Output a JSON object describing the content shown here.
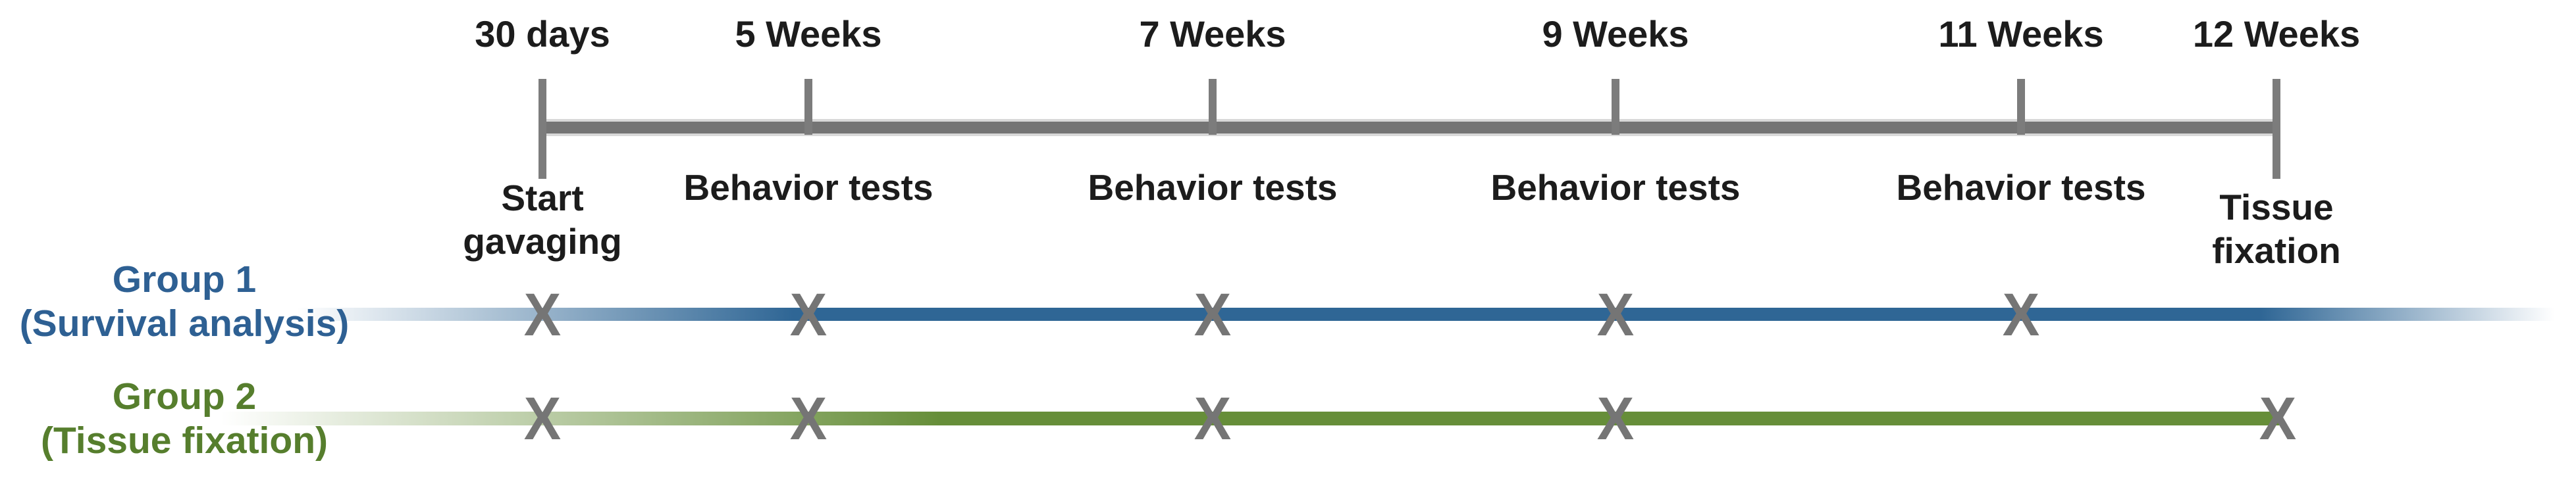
{
  "figure": {
    "kind": "experimental-timeline",
    "background": "#ffffff"
  },
  "timeline": {
    "timepoints": [
      {
        "time": "30 days",
        "event": "Start gavaging",
        "event_lines": [
          "Start",
          "gavaging"
        ]
      },
      {
        "time": "5 Weeks",
        "event": "Behavior tests"
      },
      {
        "time": "7 Weeks",
        "event": "Behavior tests"
      },
      {
        "time": "9 Weeks",
        "event": "Behavior tests"
      },
      {
        "time": "11 Weeks",
        "event": "Behavior tests"
      },
      {
        "time": "12 Weeks",
        "event": "Tissue fixation",
        "event_lines": [
          "Tissue",
          "fixation"
        ]
      }
    ]
  },
  "groups": [
    {
      "name": "Group 1",
      "descriptor": "(Survival analysis)",
      "line_color": "#2f6695",
      "text_color": "#2e6093",
      "x_marks_at": [
        "30 days",
        "5 Weeks",
        "7 Weeks",
        "9 Weeks",
        "11 Weeks"
      ]
    },
    {
      "name": "Group 2",
      "descriptor": "(Tissue fixation)",
      "line_color": "#668e39",
      "text_color": "#567e2d",
      "x_marks_at": [
        "30 days",
        "5 Weeks",
        "7 Weeks",
        "9 Weeks",
        "12 Weeks"
      ]
    }
  ],
  "marks": {
    "glyph": "X",
    "color": "#757575"
  },
  "colors": {
    "axis_gray": "#747474",
    "tick_gray": "#7c7c7c",
    "label_black": "#1c1c1c",
    "background": "#ffffff"
  }
}
